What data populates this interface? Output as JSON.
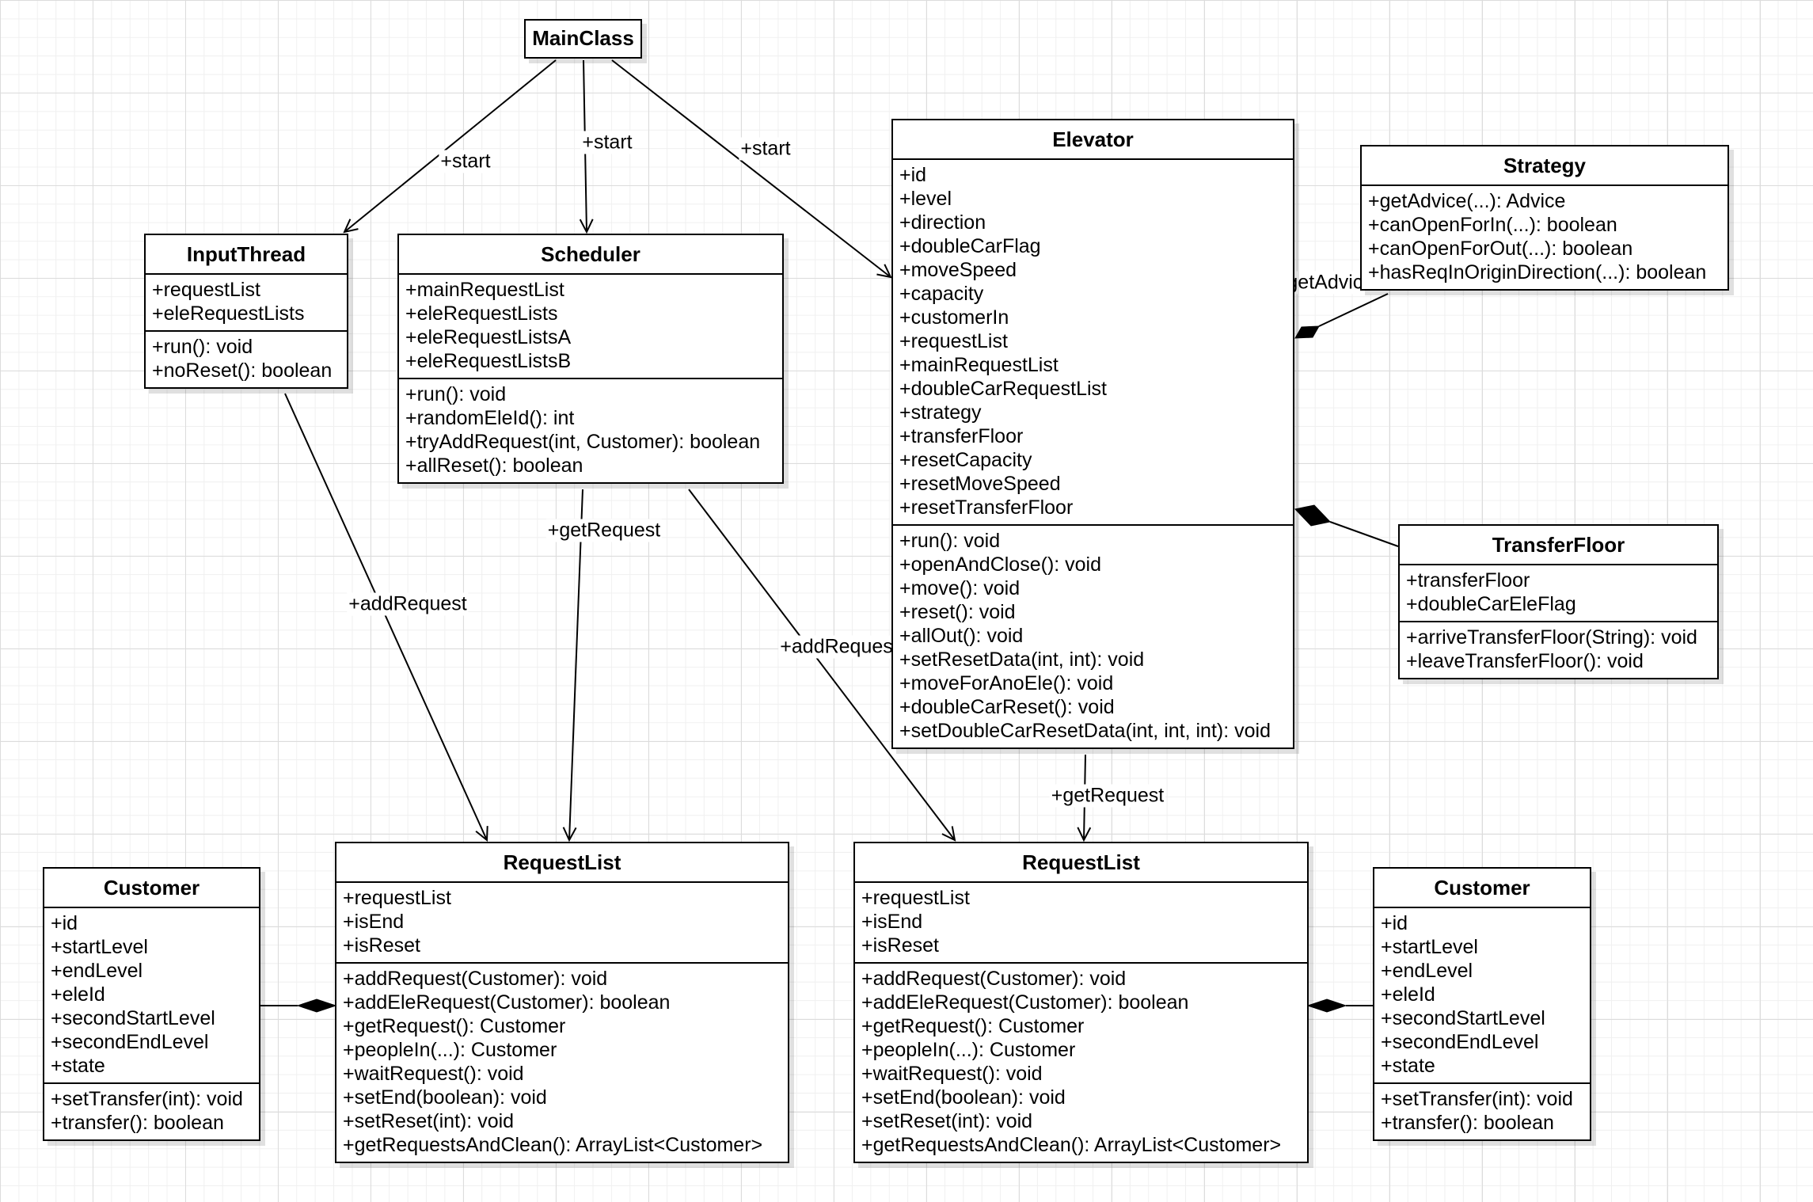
{
  "classes": {
    "mainclass": {
      "name": "MainClass",
      "attributes": [],
      "methods": []
    },
    "inputthread": {
      "name": "InputThread",
      "attributes": [
        "+requestList",
        "+eleRequestLists"
      ],
      "methods": [
        "+run(): void",
        "+noReset(): boolean"
      ]
    },
    "scheduler": {
      "name": "Scheduler",
      "attributes": [
        "+mainRequestList",
        "+eleRequestLists",
        "+eleRequestListsA",
        "+eleRequestListsB"
      ],
      "methods": [
        "+run(): void",
        "+randomEleId(): int",
        "+tryAddRequest(int, Customer): boolean",
        "+allReset(): boolean"
      ]
    },
    "elevator": {
      "name": "Elevator",
      "attributes": [
        "+id",
        "+level",
        "+direction",
        "+doubleCarFlag",
        "+moveSpeed",
        "+capacity",
        "+customerIn",
        "+requestList",
        "+mainRequestList",
        "+doubleCarRequestList",
        "+strategy",
        "+transferFloor",
        "+resetCapacity",
        "+resetMoveSpeed",
        "+resetTransferFloor"
      ],
      "methods": [
        "+run(): void",
        "+openAndClose(): void",
        "+move(): void",
        "+reset(): void",
        "+allOut(): void",
        "+setResetData(int, int): void",
        "+moveForAnoEle(): void",
        "+doubleCarReset(): void",
        "+setDoubleCarResetData(int, int, int): void"
      ]
    },
    "strategy": {
      "name": "Strategy",
      "attributes": [],
      "methods": [
        "+getAdvice(...): Advice",
        "+canOpenForIn(...): boolean",
        "+canOpenForOut(...): boolean",
        "+hasReqInOriginDirection(...): boolean"
      ]
    },
    "transferfloor": {
      "name": "TransferFloor",
      "attributes": [
        "+transferFloor",
        "+doubleCarEleFlag"
      ],
      "methods": [
        "+arriveTransferFloor(String): void",
        "+leaveTransferFloor(): void"
      ]
    },
    "requestlist_left": {
      "name": "RequestList",
      "attributes": [
        "+requestList",
        "+isEnd",
        "+isReset"
      ],
      "methods": [
        "+addRequest(Customer): void",
        "+addEleRequest(Customer): boolean",
        "+getRequest(): Customer",
        "+peopleIn(...): Customer",
        "+waitRequest(): void",
        "+setEnd(boolean): void",
        "+setReset(int): void",
        "+getRequestsAndClean(): ArrayList<Customer>"
      ]
    },
    "requestlist_right": {
      "name": "RequestList",
      "attributes": [
        "+requestList",
        "+isEnd",
        "+isReset"
      ],
      "methods": [
        "+addRequest(Customer): void",
        "+addEleRequest(Customer): boolean",
        "+getRequest(): Customer",
        "+peopleIn(...): Customer",
        "+waitRequest(): void",
        "+setEnd(boolean): void",
        "+setReset(int): void",
        "+getRequestsAndClean(): ArrayList<Customer>"
      ]
    },
    "customer_left": {
      "name": "Customer",
      "attributes": [
        "+id",
        "+startLevel",
        "+endLevel",
        "+eleId",
        "+secondStartLevel",
        "+secondEndLevel",
        "+state"
      ],
      "methods": [
        "+setTransfer(int): void",
        "+transfer(): boolean"
      ]
    },
    "customer_right": {
      "name": "Customer",
      "attributes": [
        "+id",
        "+startLevel",
        "+endLevel",
        "+eleId",
        "+secondStartLevel",
        "+secondEndLevel",
        "+state"
      ],
      "methods": [
        "+setTransfer(int): void",
        "+transfer(): boolean"
      ]
    }
  },
  "relations": {
    "main_input": {
      "label": "+start",
      "kind": "association"
    },
    "main_scheduler": {
      "label": "+start",
      "kind": "association"
    },
    "main_elevator": {
      "label": "+start",
      "kind": "association"
    },
    "input_requestlist": {
      "label": "+addRequest",
      "kind": "association"
    },
    "scheduler_requestlist_left": {
      "label": "+getRequest",
      "kind": "association"
    },
    "scheduler_requestlist_right": {
      "label": "+addRequest",
      "kind": "association"
    },
    "elevator_requestlist_right": {
      "label": "+getRequest",
      "kind": "association"
    },
    "elevator_strategy": {
      "label": "+getAdvice",
      "kind": "composition"
    },
    "elevator_transferfloor": {
      "label": "",
      "kind": "composition"
    },
    "requestlist_left_customer": {
      "label": "",
      "kind": "composition"
    },
    "requestlist_right_customer": {
      "label": "",
      "kind": "composition"
    }
  },
  "colors": {
    "line": "#000000",
    "box_fill": "#ffffff",
    "grid": "#dcdcdc"
  }
}
